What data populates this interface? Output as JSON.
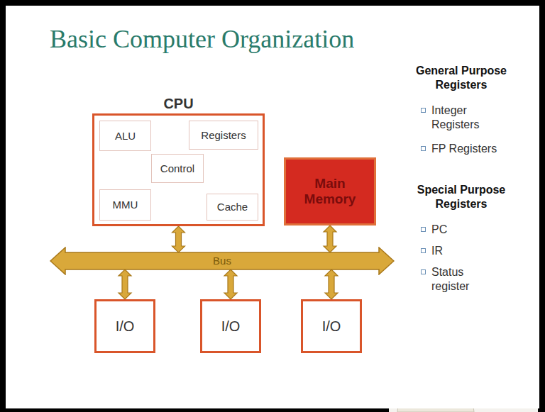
{
  "diagram": {
    "title": "Basic Computer Organization",
    "nodes": [
      {
        "text": [
          "CPU"
        ]
      },
      {
        "text": [
          "ALU"
        ],
        "in": 0
      },
      {
        "text": [
          "Registers"
        ],
        "in": 0
      },
      {
        "text": [
          "Control"
        ],
        "in": 0
      },
      {
        "text": [
          "MMU"
        ],
        "in": 0
      },
      {
        "text": [
          "Cache"
        ],
        "in": 0
      },
      {
        "text": [
          "Main Memory"
        ]
      },
      {
        "text": [
          "Bus"
        ]
      },
      {
        "text": [
          "I/O"
        ]
      },
      {
        "text": [
          "I/O"
        ]
      },
      {
        "text": [
          "I/O"
        ]
      }
    ],
    "edges": [
      {
        "from": 0,
        "to": 7,
        "arrow": "both"
      },
      {
        "from": 6,
        "to": 7,
        "arrow": "both"
      },
      {
        "from": 7,
        "to": 8,
        "arrow": "both"
      },
      {
        "from": 7,
        "to": 9,
        "arrow": "both"
      },
      {
        "from": 7,
        "to": 10,
        "arrow": "both"
      }
    ],
    "labels": [
      "General Purpose Registers",
      "Integer Registers",
      "FP Registers",
      "Special Purpose Registers",
      "PC",
      "IR",
      "Status register"
    ]
  }
}
